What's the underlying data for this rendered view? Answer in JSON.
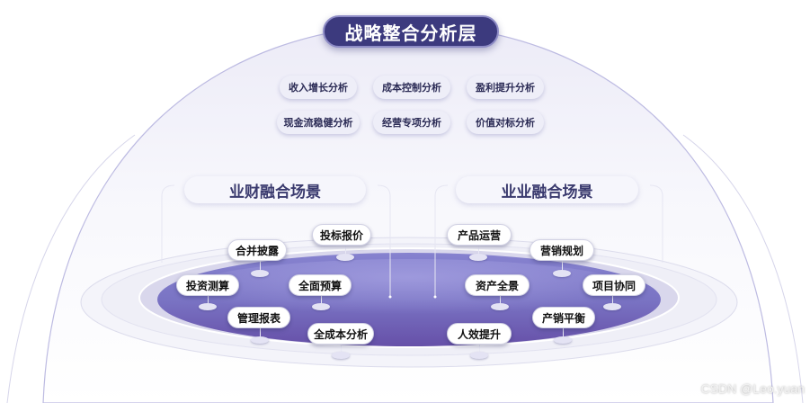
{
  "title": "战略整合分析层",
  "analyses": [
    "收入增长分析",
    "成本控制分析",
    "盈利提升分析",
    "现金流稳健分析",
    "经营专项分析",
    "价值对标分析"
  ],
  "left_section": {
    "label": "业财融合场景",
    "items": [
      "投标报价",
      "合并披露",
      "投资测算",
      "全面预算",
      "管理报表",
      "全成本分析"
    ]
  },
  "right_section": {
    "label": "业业融合场景",
    "items": [
      "产品运营",
      "营销规划",
      "资产全景",
      "项目协同",
      "产销平衡",
      "人效提升"
    ]
  },
  "watermark": "CSDN @Leo.yuan"
}
